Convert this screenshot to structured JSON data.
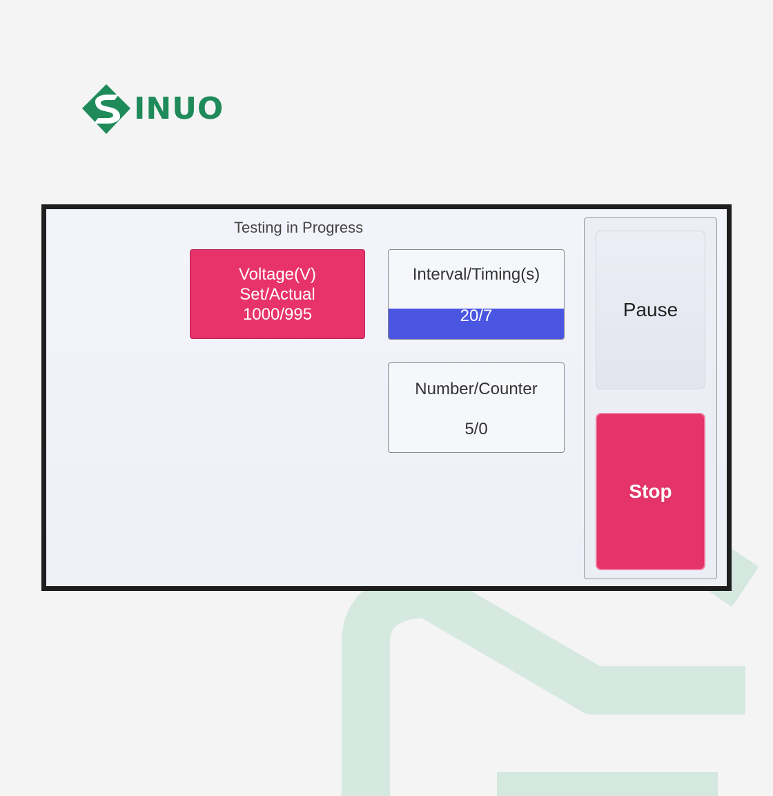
{
  "brand": {
    "name": "INUO",
    "color": "#1f8a5a"
  },
  "screen": {
    "title": "Testing in Progress",
    "voltage": {
      "line1": "Voltage(V)",
      "line2": "Set/Actual",
      "value": "1000/995",
      "color": "#e8336a"
    },
    "interval": {
      "label": "Interval/Timing(s)",
      "value": "20/7",
      "bar_color": "#4a56e2"
    },
    "counter": {
      "label": "Number/Counter",
      "value": "5/0"
    },
    "buttons": {
      "pause": "Pause",
      "stop": "Stop",
      "stop_color": "#e5346a"
    }
  }
}
